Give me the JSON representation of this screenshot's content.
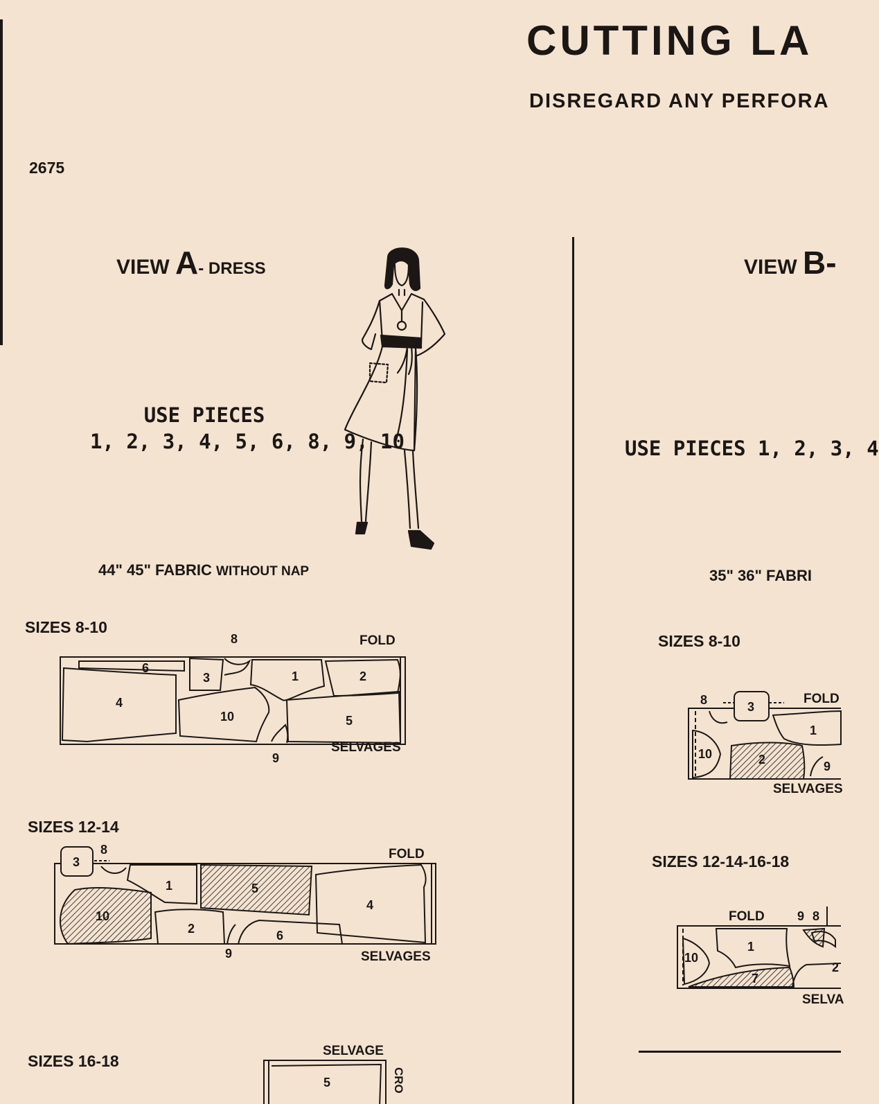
{
  "header": {
    "title": "CUTTING LA",
    "subtitle": "DISREGARD ANY PERFORA",
    "pattern_number": "2675"
  },
  "view_a": {
    "view_word": "VIEW",
    "letter": "A",
    "name": "- DRESS",
    "use_pieces_label": "USE PIECES",
    "pieces": "1, 2, 3, 4, 5, 6, 8, 9, 10",
    "fabric_width": "44\" 45\" FABRIC",
    "fabric_note": "WITHOUT NAP",
    "layouts": [
      {
        "sizes": "SIZES 8-10",
        "fold": "FOLD",
        "selvages": "SELVAGES",
        "pieces": [
          "8",
          "6",
          "3",
          "1",
          "2",
          "4",
          "10",
          "5",
          "9"
        ]
      },
      {
        "sizes": "SIZES 12-14",
        "fold": "FOLD",
        "selvages": "SELVAGES",
        "pieces": [
          "3",
          "8",
          "1",
          "5",
          "4",
          "10",
          "2",
          "6",
          "9"
        ]
      },
      {
        "sizes": "SIZES 16-18",
        "selvage": "SELVAGE",
        "pieces": [
          "5"
        ],
        "cut_label": "CRO"
      }
    ]
  },
  "view_b": {
    "view_word": "VIEW",
    "letter": "B-",
    "use_pieces": "USE PIECES 1, 2, 3, 4",
    "fabric_width": "35\" 36\" FABRI",
    "layouts": [
      {
        "sizes": "SIZES 8-10",
        "fold": "FOLD",
        "selvages": "SELVAGES",
        "pieces": [
          "8",
          "3",
          "1",
          "10",
          "2",
          "9"
        ]
      },
      {
        "sizes": "SIZES 12-14-16-18",
        "fold": "FOLD",
        "selvages": "SELVA",
        "pieces": [
          "9",
          "8",
          "1",
          "10",
          "7",
          "2"
        ]
      }
    ]
  }
}
